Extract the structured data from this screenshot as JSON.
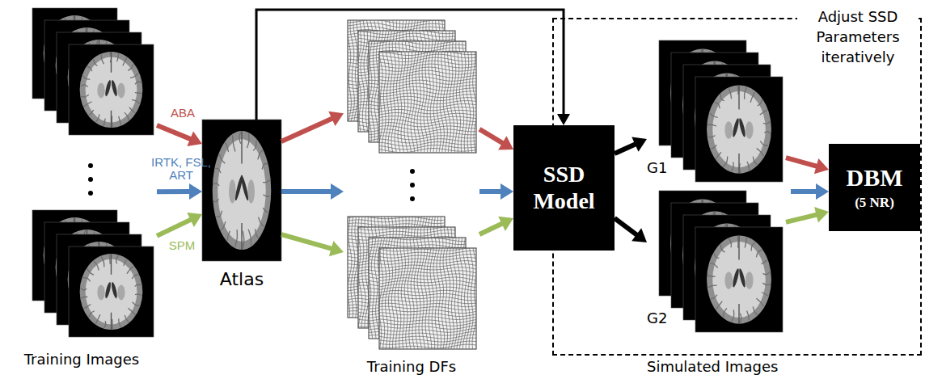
{
  "diagram": {
    "nodes": [
      {
        "text": [
          "Training Images"
        ]
      },
      {
        "text": [
          "Atlas"
        ]
      },
      {
        "text": [
          "Training DFs"
        ]
      },
      {
        "text": [
          "Adjust SSD Parameters iteratively",
          "Simulated Images"
        ]
      },
      {
        "text": [
          "SSD Model"
        ],
        "in": 3
      },
      {
        "text": [
          "G1"
        ],
        "in": 3
      },
      {
        "text": [
          "G2"
        ],
        "in": 3
      },
      {
        "text": [
          "DBM",
          "(5 NR)"
        ],
        "in": 3
      }
    ],
    "edges": [
      {
        "from": 0,
        "to": 1,
        "arrow": "to",
        "label": "ABA"
      },
      {
        "from": 0,
        "to": 1,
        "arrow": "to",
        "label": "IRTK, FSL, ART"
      },
      {
        "from": 0,
        "to": 1,
        "arrow": "to",
        "label": "SPM"
      },
      {
        "from": 1,
        "to": 4,
        "arrow": "to"
      },
      {
        "from": 1,
        "to": 2,
        "arrow": "to"
      },
      {
        "from": 1,
        "to": 2,
        "arrow": "to"
      },
      {
        "from": 1,
        "to": 2,
        "arrow": "to"
      },
      {
        "from": 2,
        "to": 4,
        "arrow": "to"
      },
      {
        "from": 2,
        "to": 4,
        "arrow": "to"
      },
      {
        "from": 2,
        "to": 4,
        "arrow": "to"
      },
      {
        "from": 4,
        "to": 5,
        "arrow": "to"
      },
      {
        "from": 4,
        "to": 6,
        "arrow": "to"
      },
      {
        "from": 5,
        "to": 7,
        "arrow": "to"
      },
      {
        "from": 6,
        "to": 7,
        "arrow": "to"
      }
    ]
  }
}
